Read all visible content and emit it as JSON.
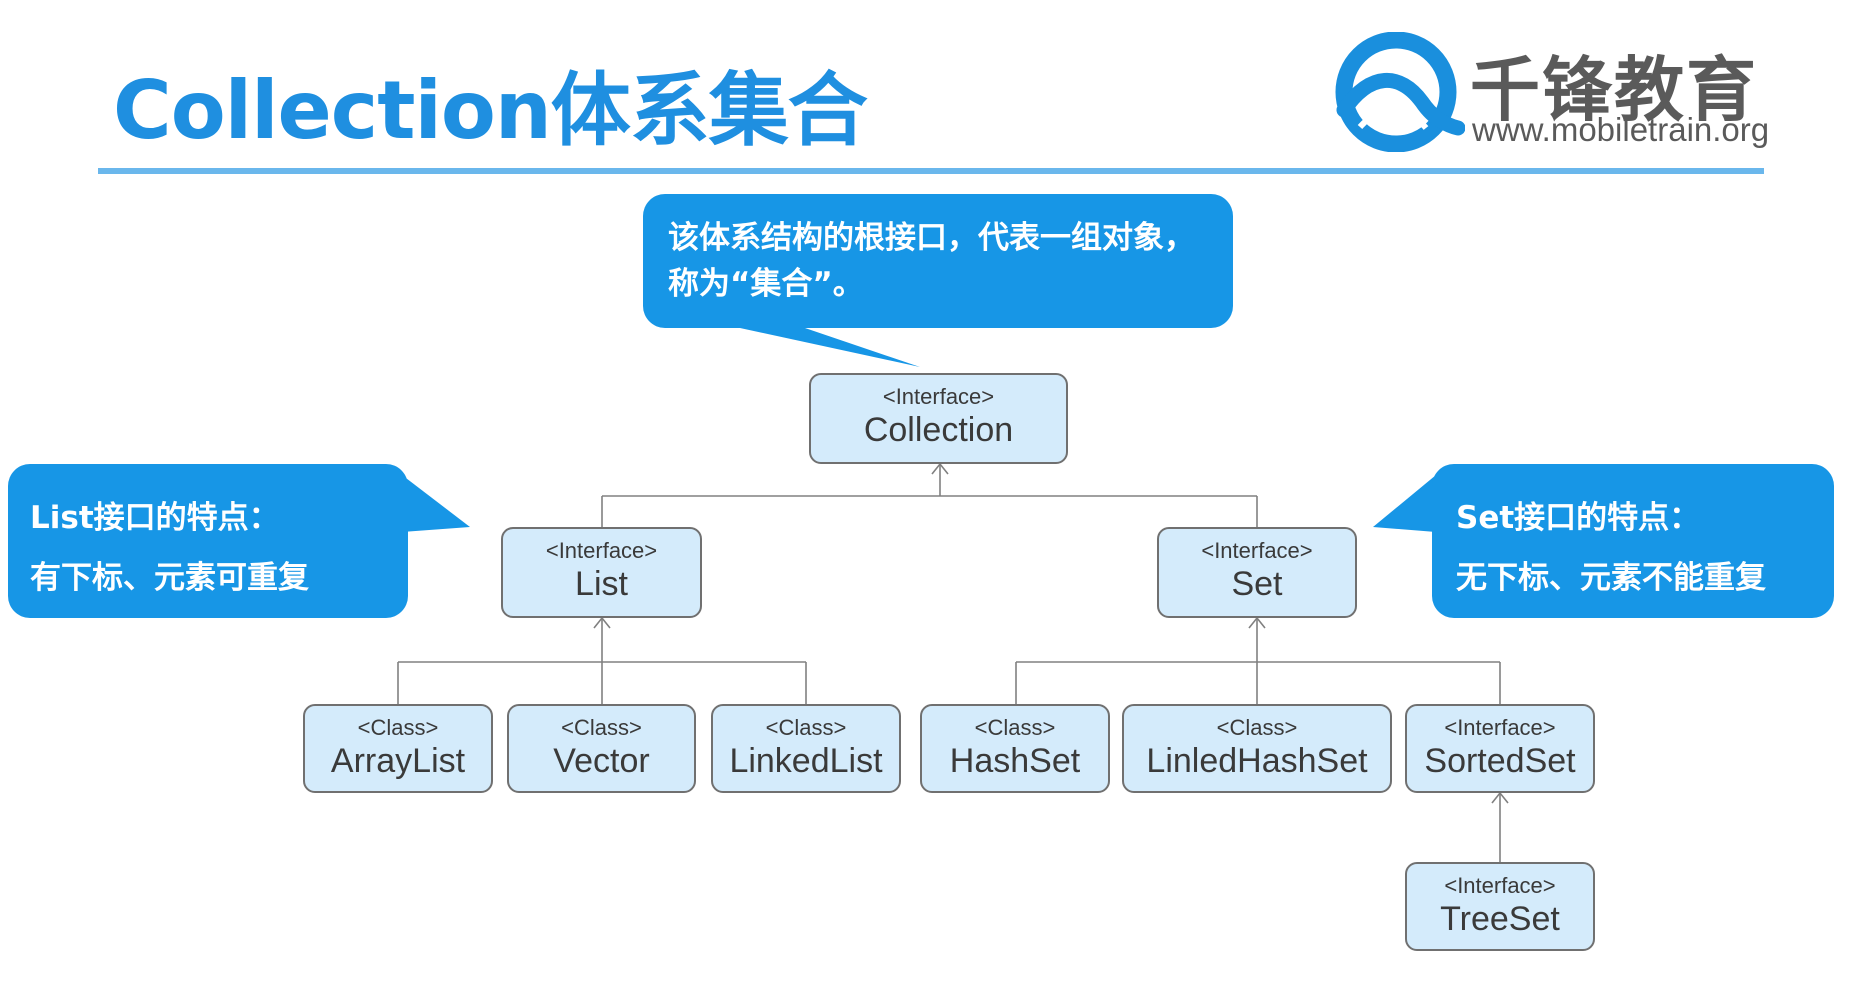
{
  "header": {
    "title": "Collection体系集合",
    "logo_name": "千锋教育",
    "logo_url": "www.mobiletrain.org"
  },
  "callouts": {
    "root": {
      "line1": "该体系结构的根接口，代表一组对象，",
      "line2": "称为“集合”。"
    },
    "list": {
      "line1": "List接口的特点：",
      "line2": "有下标、元素可重复"
    },
    "set": {
      "line1": "Set接口的特点：",
      "line2": "无下标、元素不能重复"
    }
  },
  "nodes": {
    "collection": {
      "stereotype": "<Interface>",
      "name": "Collection"
    },
    "list": {
      "stereotype": "<Interface>",
      "name": "List"
    },
    "set": {
      "stereotype": "<Interface>",
      "name": "Set"
    },
    "arraylist": {
      "stereotype": "<Class>",
      "name": "ArrayList"
    },
    "vector": {
      "stereotype": "<Class>",
      "name": "Vector"
    },
    "linkedlist": {
      "stereotype": "<Class>",
      "name": "LinkedList"
    },
    "hashset": {
      "stereotype": "<Class>",
      "name": "HashSet"
    },
    "linkedhashset": {
      "stereotype": "<Class>",
      "name": "LinledHashSet"
    },
    "sortedset": {
      "stereotype": "<Interface>",
      "name": "SortedSet"
    },
    "treeset": {
      "stereotype": "<Interface>",
      "name": "TreeSet"
    }
  },
  "edges": [
    {
      "from": "list",
      "to": "collection"
    },
    {
      "from": "set",
      "to": "collection"
    },
    {
      "from": "arraylist",
      "to": "list"
    },
    {
      "from": "vector",
      "to": "list"
    },
    {
      "from": "linkedlist",
      "to": "list"
    },
    {
      "from": "hashset",
      "to": "set"
    },
    {
      "from": "linkedhashset",
      "to": "set"
    },
    {
      "from": "sortedset",
      "to": "set"
    },
    {
      "from": "treeset",
      "to": "sortedset"
    }
  ],
  "colors": {
    "title": "#1f8fe0",
    "rule": "#6ab7ec",
    "callout": "#1796e6",
    "node_fill": "#d4ebfb",
    "node_border": "#707070",
    "logo_text": "#5a5a5a"
  }
}
